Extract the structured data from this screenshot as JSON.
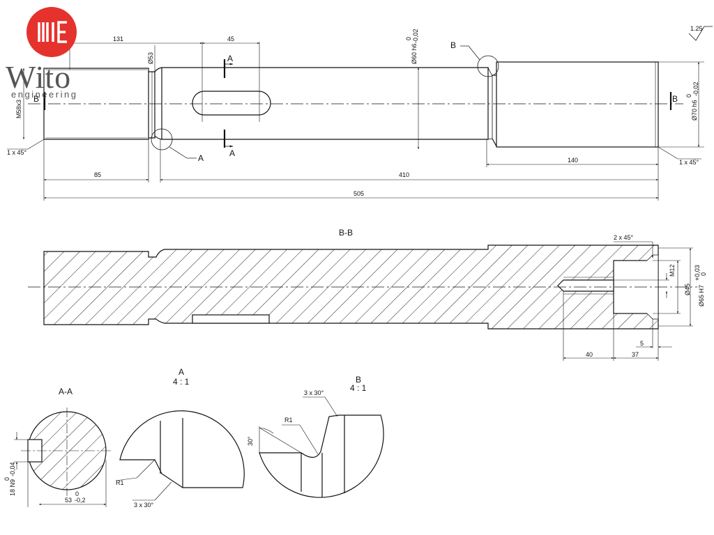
{
  "logo": {
    "word": "Wito",
    "subtitle": "engineering"
  },
  "roughness": "1.25",
  "main_view": {
    "d131": "131",
    "d45": "45",
    "d53": "Ø53",
    "d85": "85",
    "d410": "410",
    "d505": "505",
    "d140": "140",
    "thread": "M58x3",
    "chamfer_left": "1 x 45°",
    "chamfer_right": "1 x 45°",
    "d60_main": "Ø60 h6",
    "d60_tol_upper": "0",
    "d60_tol_lower": "-0,02",
    "d70_main": "Ø70 h6",
    "d70_tol_upper": "0",
    "d70_tol_lower": "-0,02",
    "section_a": "A",
    "section_b": "B",
    "detail_a": "A",
    "detail_b": "B"
  },
  "section_bb": {
    "title": "B-B",
    "chamfer": "2 x 45°",
    "thread": "M12",
    "d45": "Ø45",
    "d65_main": "Ø65 H7",
    "d65_tol_upper": "+0,03",
    "d65_tol_lower": "0",
    "d5": "5",
    "d40": "40",
    "d37": "37"
  },
  "section_aa": {
    "title": "A-A",
    "width_main": "18 N9",
    "width_tol_upper": "0",
    "width_tol_lower": "-0,04",
    "dia_main": "53",
    "dia_tol_upper": "0",
    "dia_tol_lower": "-0,2"
  },
  "detail_a": {
    "title": "A",
    "scale": "4 : 1",
    "radius": "R1",
    "chamfer": "3 x 30°"
  },
  "detail_b": {
    "title": "B",
    "scale": "4 : 1",
    "chamfer": "3 x 30°",
    "radius": "R1",
    "angle": "30°"
  }
}
